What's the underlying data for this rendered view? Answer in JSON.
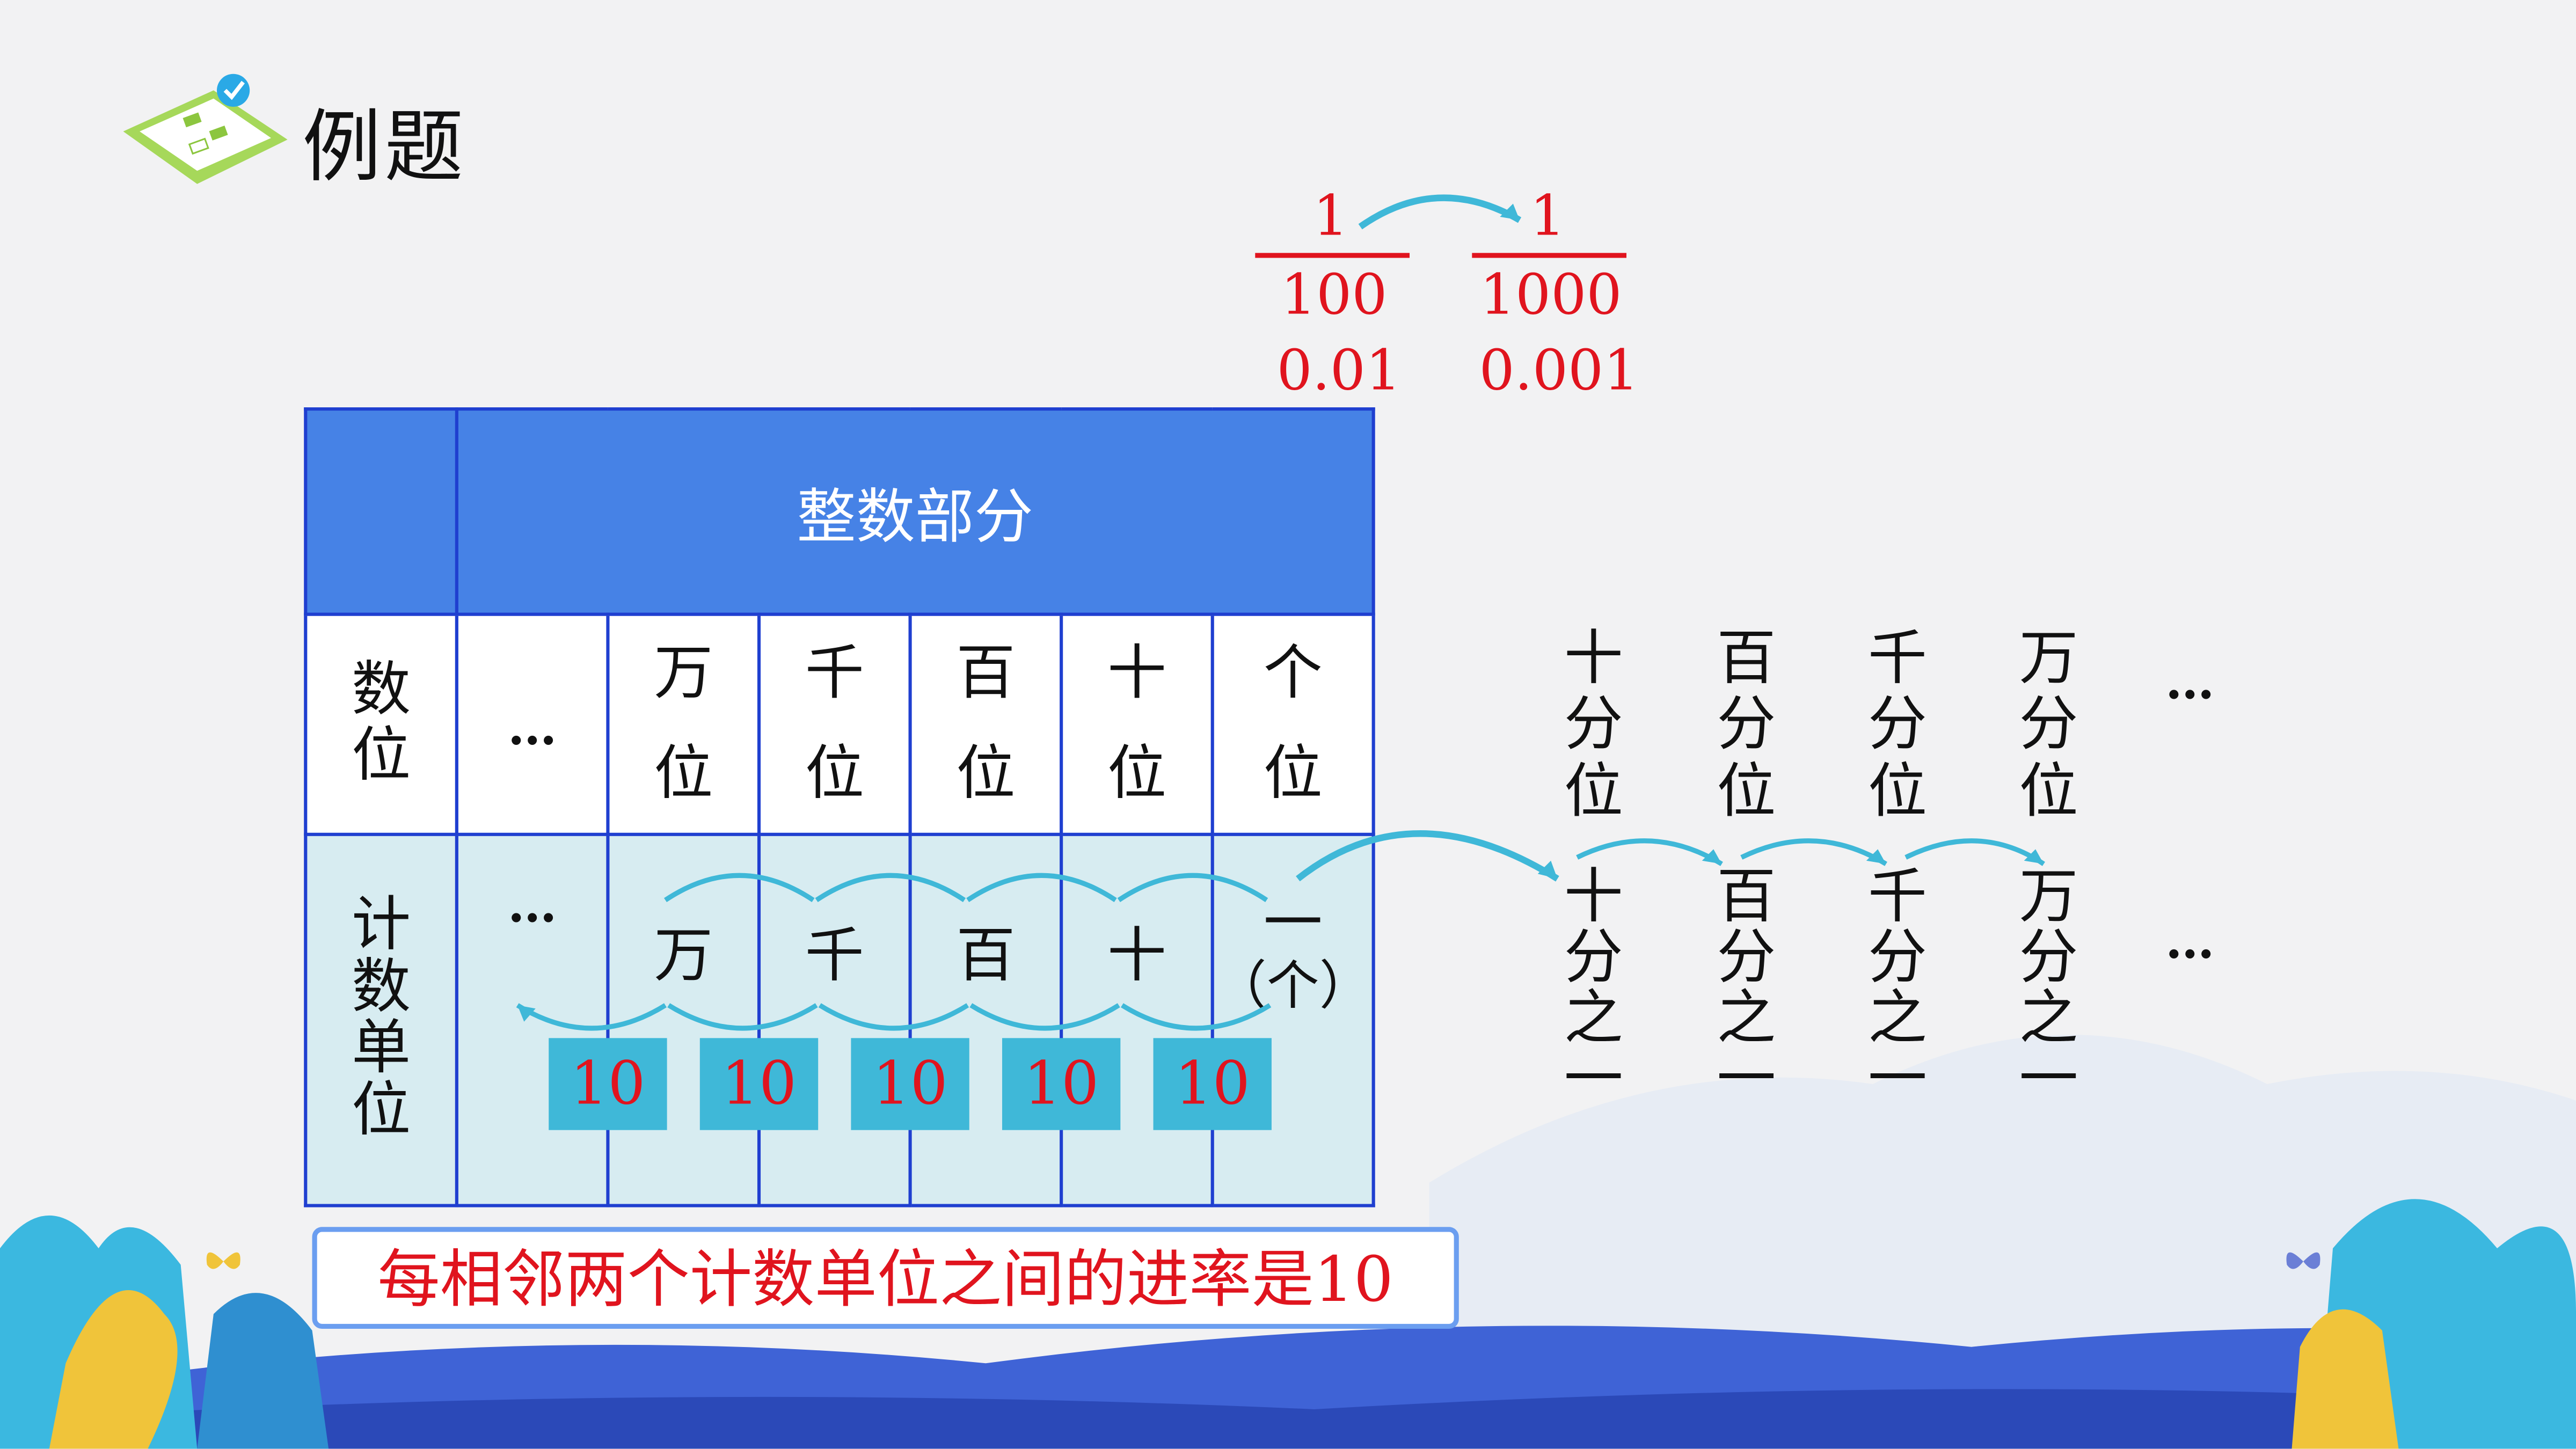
{
  "title": "例题",
  "fractions": [
    {
      "numerator": "1",
      "denominator": "100",
      "decimal": "0.01"
    },
    {
      "numerator": "1",
      "denominator": "1000",
      "decimal": "0.001"
    }
  ],
  "table": {
    "header": "整数部分",
    "row_label_place": "数位",
    "row_label_unit": "计数单位",
    "ellipsis": "…",
    "places": [
      "万位",
      "千位",
      "百位",
      "十位",
      "个位"
    ],
    "units": [
      "万",
      "千",
      "百",
      "十",
      "一",
      "（个）"
    ],
    "rates": [
      "10",
      "10",
      "10",
      "10",
      "10"
    ]
  },
  "decimal_places": [
    "十分位",
    "百分位",
    "千分位",
    "万分位"
  ],
  "decimal_units": [
    "十分之一",
    "百分之一",
    "千分之一",
    "万分之一"
  ],
  "ellipsis_right": "…",
  "banner": "每相邻两个计数单位之间的进率是10",
  "colors": {
    "accent_red": "#e0141e",
    "header_blue": "#4682e6",
    "arrow_teal": "#3fb8d8",
    "unit_row_bg": "#d7ecf1"
  }
}
